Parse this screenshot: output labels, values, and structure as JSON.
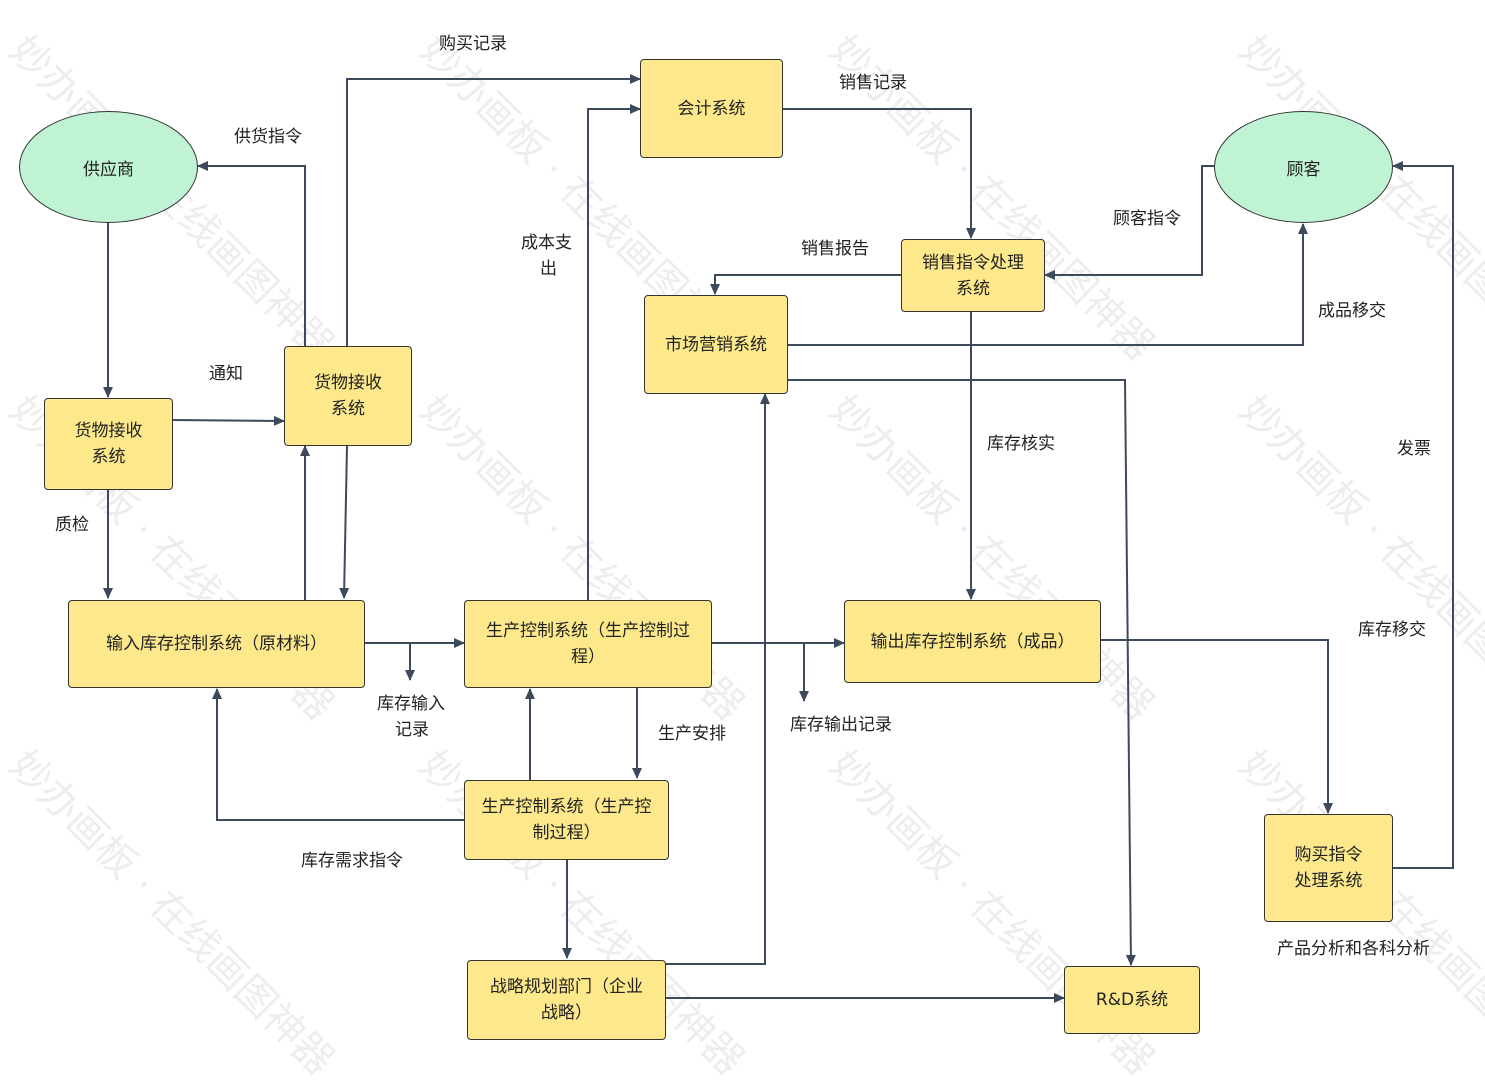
{
  "watermark": "妙办画板 · 在线画图神器",
  "nodes": {
    "supplier": "供应商",
    "customer": "顾客",
    "receiving_left": "货物接收系统",
    "receiving_right": "货物接收系统",
    "accounting": "会计系统",
    "sales_order": "销售指令处理系统",
    "marketing": "市场营销系统",
    "input_inventory": "输入库存控制系统（原材料）",
    "production_control_1": "生产控制系统（生产控制过程）",
    "output_inventory": "输出库存控制系统（成品）",
    "production_control_2": "生产控制系统（生产控制过程）",
    "strategy": "战略规划部门（企业战略）",
    "rnd": "R&D系统",
    "purchase_order": "购买指令处理系统"
  },
  "edge_labels": {
    "purchase_record": "购买记录",
    "sales_record": "销售记录",
    "supply_order": "供货指令",
    "notify": "通知",
    "quality_check": "质检",
    "cost_line1": "成本支",
    "cost_line2": "出",
    "sales_report": "销售报告",
    "customer_order": "顾客指令",
    "product_transfer": "成品移交",
    "inventory_check": "库存核实",
    "invoice": "发票",
    "inventory_transfer": "库存移交",
    "inventory_input_line1": "库存输入",
    "inventory_input_line2": "记录",
    "production_schedule": "生产安排",
    "inventory_output_record": "库存输出记录",
    "inventory_demand": "库存需求指令",
    "product_analysis": "产品分析和各科分析"
  },
  "colors": {
    "box_fill": "#fde98b",
    "ellipse_fill": "#bff3d4",
    "edge": "#3d4a5c"
  }
}
